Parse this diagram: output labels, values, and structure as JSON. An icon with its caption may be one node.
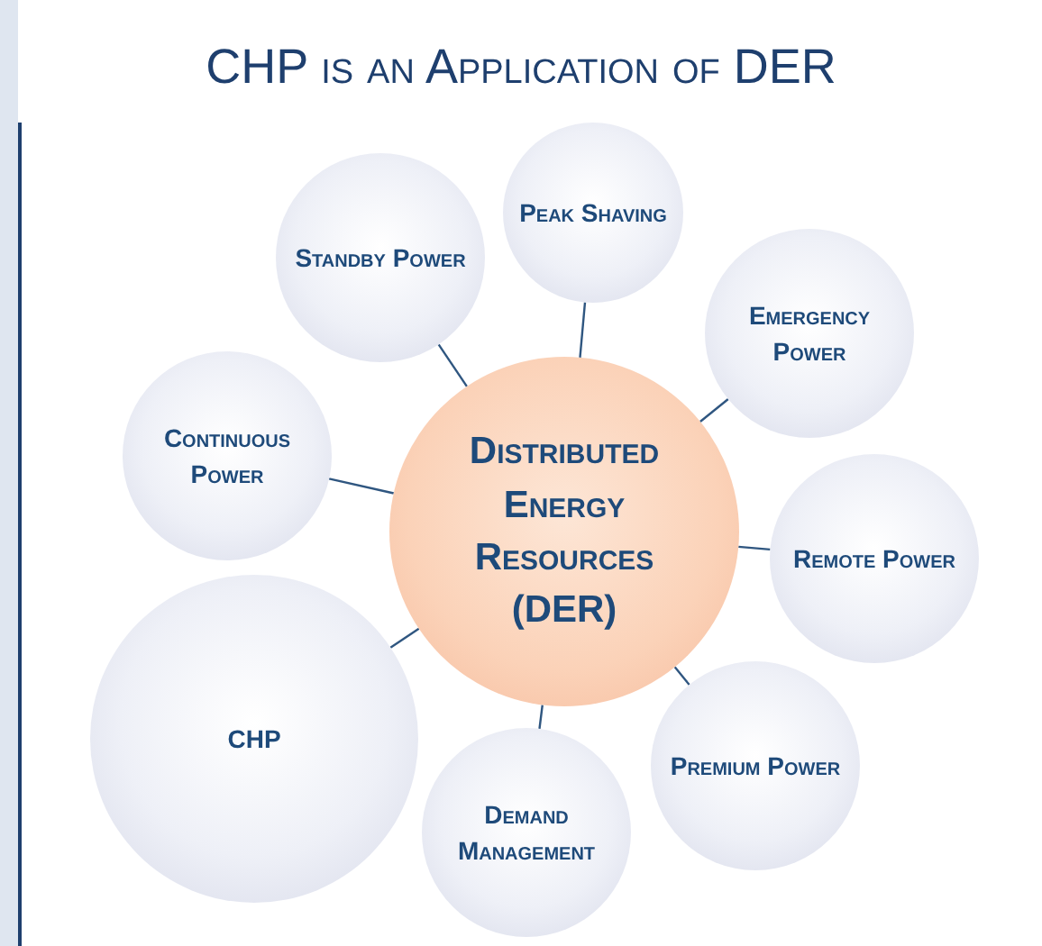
{
  "diagram": {
    "title": "CHP is an Application of DER",
    "nodes": [
      {
        "text": [
          "Peak Shaving"
        ]
      },
      {
        "text": [
          "Standby Power"
        ]
      },
      {
        "text": [
          "Emergency Power"
        ]
      },
      {
        "text": [
          "Continuous Power"
        ]
      },
      {
        "text": [
          "Distributed Energy Resources (DER)"
        ]
      },
      {
        "text": [
          "Remote Power"
        ]
      },
      {
        "text": [
          "CHP"
        ]
      },
      {
        "text": [
          "Premium Power"
        ]
      },
      {
        "text": [
          "Demand Management"
        ]
      }
    ],
    "edges": [
      {
        "from": 4,
        "to": 0,
        "arrow": "none"
      },
      {
        "from": 4,
        "to": 1,
        "arrow": "none"
      },
      {
        "from": 4,
        "to": 2,
        "arrow": "none"
      },
      {
        "from": 4,
        "to": 3,
        "arrow": "none"
      },
      {
        "from": 4,
        "to": 5,
        "arrow": "none"
      },
      {
        "from": 4,
        "to": 6,
        "arrow": "none"
      },
      {
        "from": 4,
        "to": 7,
        "arrow": "none"
      },
      {
        "from": 4,
        "to": 8,
        "arrow": "none"
      }
    ]
  }
}
